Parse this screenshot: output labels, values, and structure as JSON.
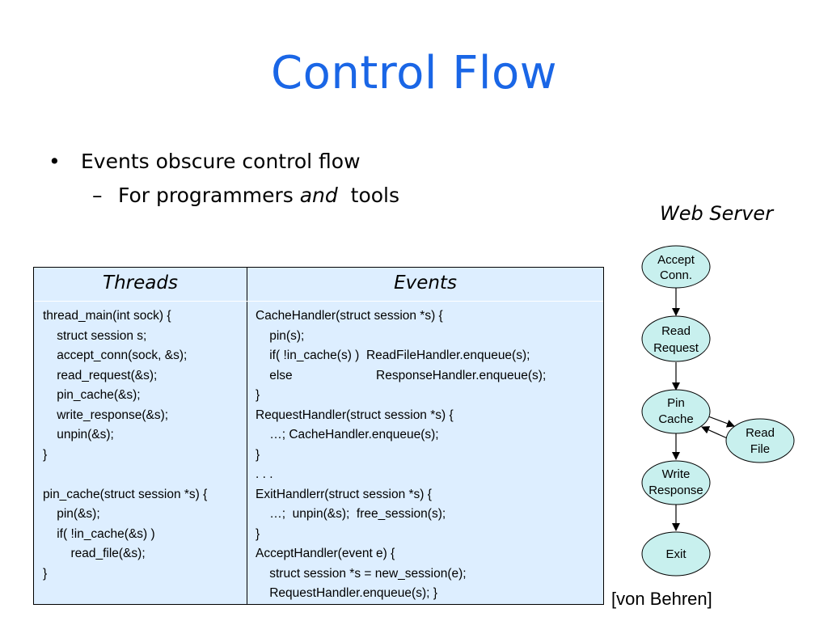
{
  "title": "Control Flow",
  "bullets": {
    "b1_marker": "•",
    "b1_text": "Events obscure control flow",
    "b2_marker": "–",
    "b2_pre": "For programmers ",
    "b2_italic": "and",
    "b2_post": "  tools"
  },
  "diagram": {
    "caption": "Web Server",
    "nodes": [
      {
        "line1": "Accept",
        "line2": "Conn."
      },
      {
        "line1": "Read",
        "line2": "Request"
      },
      {
        "line1": "Pin",
        "line2": "Cache"
      },
      {
        "line1": "Write",
        "line2": "Response"
      },
      {
        "line1": "Exit",
        "line2": ""
      },
      {
        "line1": "Read",
        "line2": "File"
      }
    ],
    "fill_color": "#c8f0ee"
  },
  "table": {
    "threads_header": "Threads",
    "events_header": "Events",
    "background": "#ddeeff",
    "threads_code": [
      "thread_main(int sock) {",
      "    struct session s;",
      "    accept_conn(sock, &s);",
      "    read_request(&s);",
      "    pin_cache(&s);",
      "    write_response(&s);",
      "    unpin(&s);",
      "}",
      "",
      "pin_cache(struct session *s) {",
      "    pin(&s);",
      "    if( !in_cache(&s) )",
      "        read_file(&s);",
      "}"
    ],
    "events_code": [
      "CacheHandler(struct session *s) {",
      "    pin(s);",
      "    if( !in_cache(s) )  ReadFileHandler.enqueue(s);",
      "    else                        ResponseHandler.enqueue(s);",
      "}",
      "RequestHandler(struct session *s) {",
      "    …; CacheHandler.enqueue(s);",
      "}",
      ". . .",
      "ExitHandlerr(struct session *s) {",
      "    …;  unpin(&s);  free_session(s);",
      "}",
      "AcceptHandler(event e) {",
      "    struct session *s = new_session(e);",
      "    RequestHandler.enqueue(s); }"
    ]
  },
  "citation": "[von Behren]",
  "accent_color": "#1a66e6"
}
